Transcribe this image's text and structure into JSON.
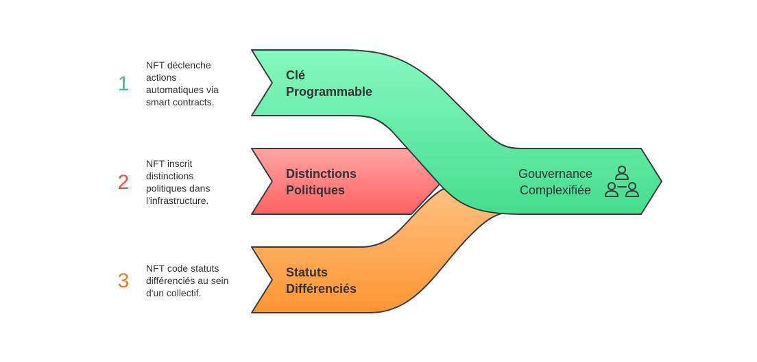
{
  "steps": [
    {
      "number": "1",
      "description": [
        "NFT déclenche",
        "actions",
        "automatiques via",
        "smart contracts."
      ],
      "label": [
        "Clé",
        "Programmable"
      ]
    },
    {
      "number": "2",
      "description": [
        "NFT inscrit",
        "distinctions",
        "politiques dans",
        "l'infrastructure."
      ],
      "label": [
        "Distinctions",
        "Politiques"
      ]
    },
    {
      "number": "3",
      "description": [
        "NFT code statuts",
        "différenciés au sein",
        "d'un collectif."
      ],
      "label": [
        "Statuts",
        "Différenciés"
      ]
    }
  ],
  "result": {
    "label": [
      "Gouvernance",
      "Complexifiée"
    ],
    "icon": "group-people-icon"
  },
  "colors": {
    "green_top": "#86F9C0",
    "green_bottom": "#45DD8E",
    "red_top": "#FFA5A5",
    "red_bottom": "#FF6161",
    "orange_top": "#FFC382",
    "orange_bottom": "#FF9533",
    "number_1": "#3DBF7C",
    "number_2": "#E5534B",
    "number_3": "#E38128",
    "stroke": "#3a3a3a"
  }
}
